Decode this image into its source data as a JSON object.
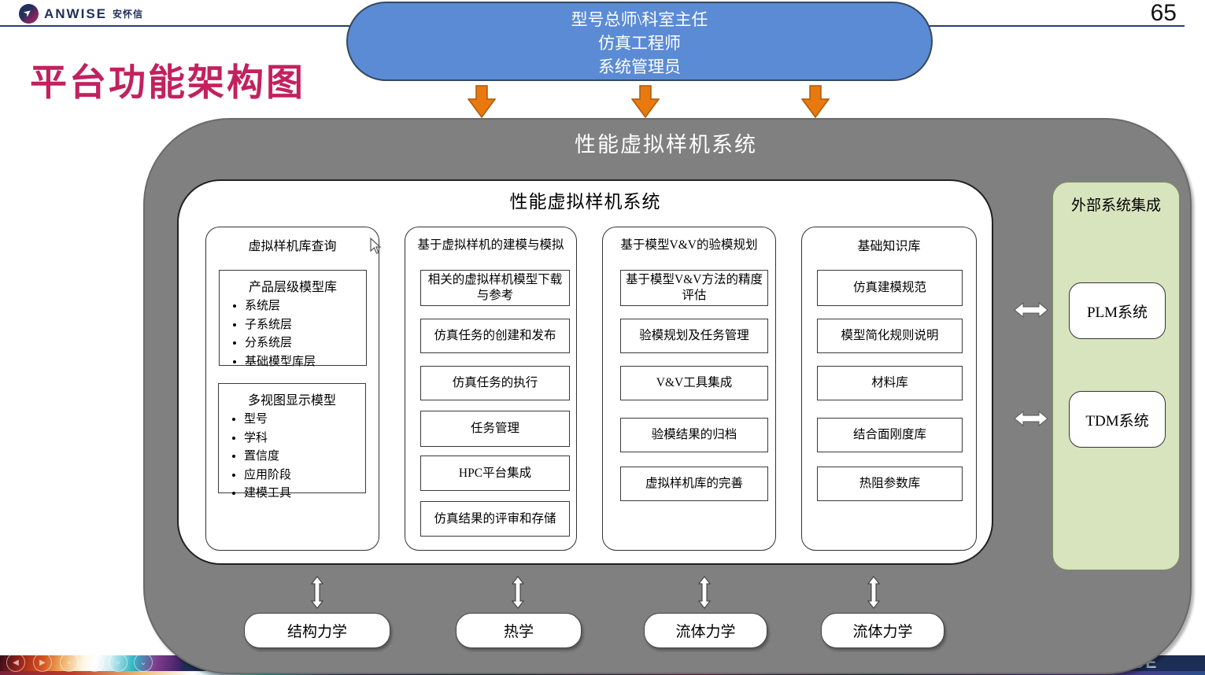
{
  "slide": {
    "page_number": "65",
    "title": "平台功能架构图"
  },
  "brand": {
    "logo_text": "ANWISE",
    "logo_cn": "安怀信"
  },
  "roles_bubble": {
    "line1": "型号总师\\科室主任",
    "line2": "仿真工程师",
    "line3": "系统管理员"
  },
  "system": {
    "outer_title": "性能虚拟样机系统",
    "inner_title": "性能虚拟样机系统",
    "columns": [
      {
        "title": "虚拟样机库查询",
        "groups": [
          {
            "title": "产品层级模型库",
            "bullets": [
              "系统层",
              "子系统层",
              "分系统层",
              "基础模型库层"
            ]
          },
          {
            "title": "多视图显示模型",
            "bullets": [
              "型号",
              "学科",
              "置信度",
              "应用阶段",
              "建模工具"
            ]
          }
        ]
      },
      {
        "title": "基于虚拟样机的建模与模拟",
        "items": [
          "相关的虚拟样机模型下载与参考",
          "仿真任务的创建和发布",
          "仿真任务的执行",
          "任务管理",
          "HPC平台集成",
          "仿真结果的评审和存储"
        ]
      },
      {
        "title": "基于模型V&V的验模规划",
        "items": [
          "基于模型V&V方法的精度评估",
          "验模规划及任务管理",
          "V&V工具集成",
          "验模结果的归档",
          "虚拟样机库的完善"
        ]
      },
      {
        "title": "基础知识库",
        "items": [
          "仿真建模规范",
          "模型简化规则说明",
          "材料库",
          "结合面刚度库",
          "热阻参数库"
        ]
      }
    ]
  },
  "external_panel": {
    "title": "外部系统集成",
    "systems": [
      "PLM系统",
      "TDM系统"
    ]
  },
  "disciplines": [
    "结构力学",
    "热学",
    "流体力学",
    "流体力学"
  ],
  "footer": {
    "partial_text": "GE"
  },
  "colors": {
    "accent_magenta": "#C2215F",
    "bubble_blue": "#5B8BD5",
    "arrow_orange": "#E8790F",
    "container_gray": "#808080",
    "panel_green": "#D8E4BE",
    "line_navy": "#2A3C74"
  }
}
